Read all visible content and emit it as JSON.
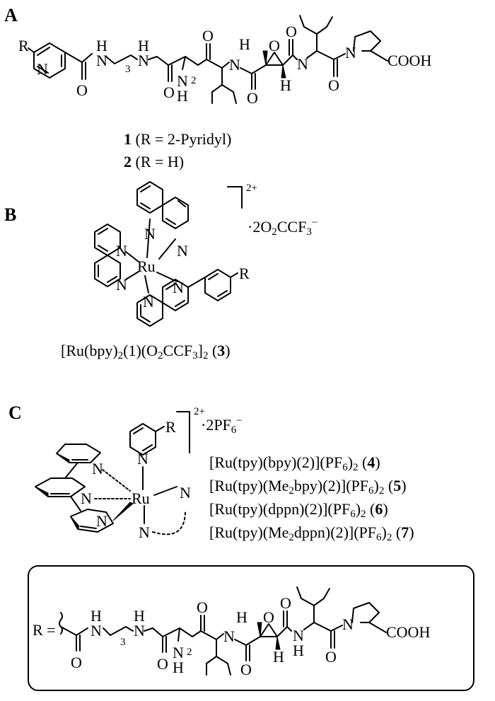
{
  "panels": {
    "a": {
      "label": "A",
      "r": "R",
      "n": "N",
      "h": "H",
      "o": "O",
      "three": "3",
      "two": "2",
      "cooh": "COOH",
      "compound1_num": "1",
      "compound1_text": " (R = 2-Pyridyl)",
      "compound2_num": "2",
      "compound2_text": " (R = H)"
    },
    "b": {
      "label": "B",
      "ru": "Ru",
      "n": "N",
      "r": "R",
      "charge": "2+",
      "counterion": "·2O2CCF3−",
      "caption_pre": "[Ru(bpy)",
      "caption_mid": "(1)(O",
      "caption_mid2": "CCF",
      "caption_end": "]",
      "caption_num": "3"
    },
    "c": {
      "label": "C",
      "ru": "Ru",
      "n": "N",
      "r": "R",
      "charge": "2+",
      "counterion": "·2PF6−",
      "complexes": [
        {
          "pre": "[Ru(tpy)(bpy)(2)](PF",
          "post": ")",
          "num": "4"
        },
        {
          "pre": "[Ru(tpy)(Me",
          "mid": "bpy)(2)](PF",
          "post": ")",
          "num": "5"
        },
        {
          "pre": "[Ru(tpy)(dppn)(2)](PF",
          "post": ")",
          "num": "6"
        },
        {
          "pre": "[Ru(tpy)(Me",
          "mid": "dppn)(2)](PF",
          "post": ")",
          "num": "7"
        }
      ]
    },
    "box": {
      "r_eq": "R =",
      "n": "N",
      "h": "H",
      "o": "O",
      "three": "3",
      "two": "2",
      "cooh": "COOH"
    }
  }
}
